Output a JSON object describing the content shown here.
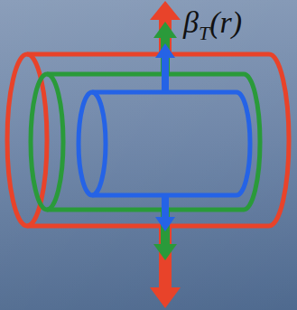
{
  "diagram": {
    "labels": [
      "β",
      "T",
      "(r)"
    ]
  }
}
